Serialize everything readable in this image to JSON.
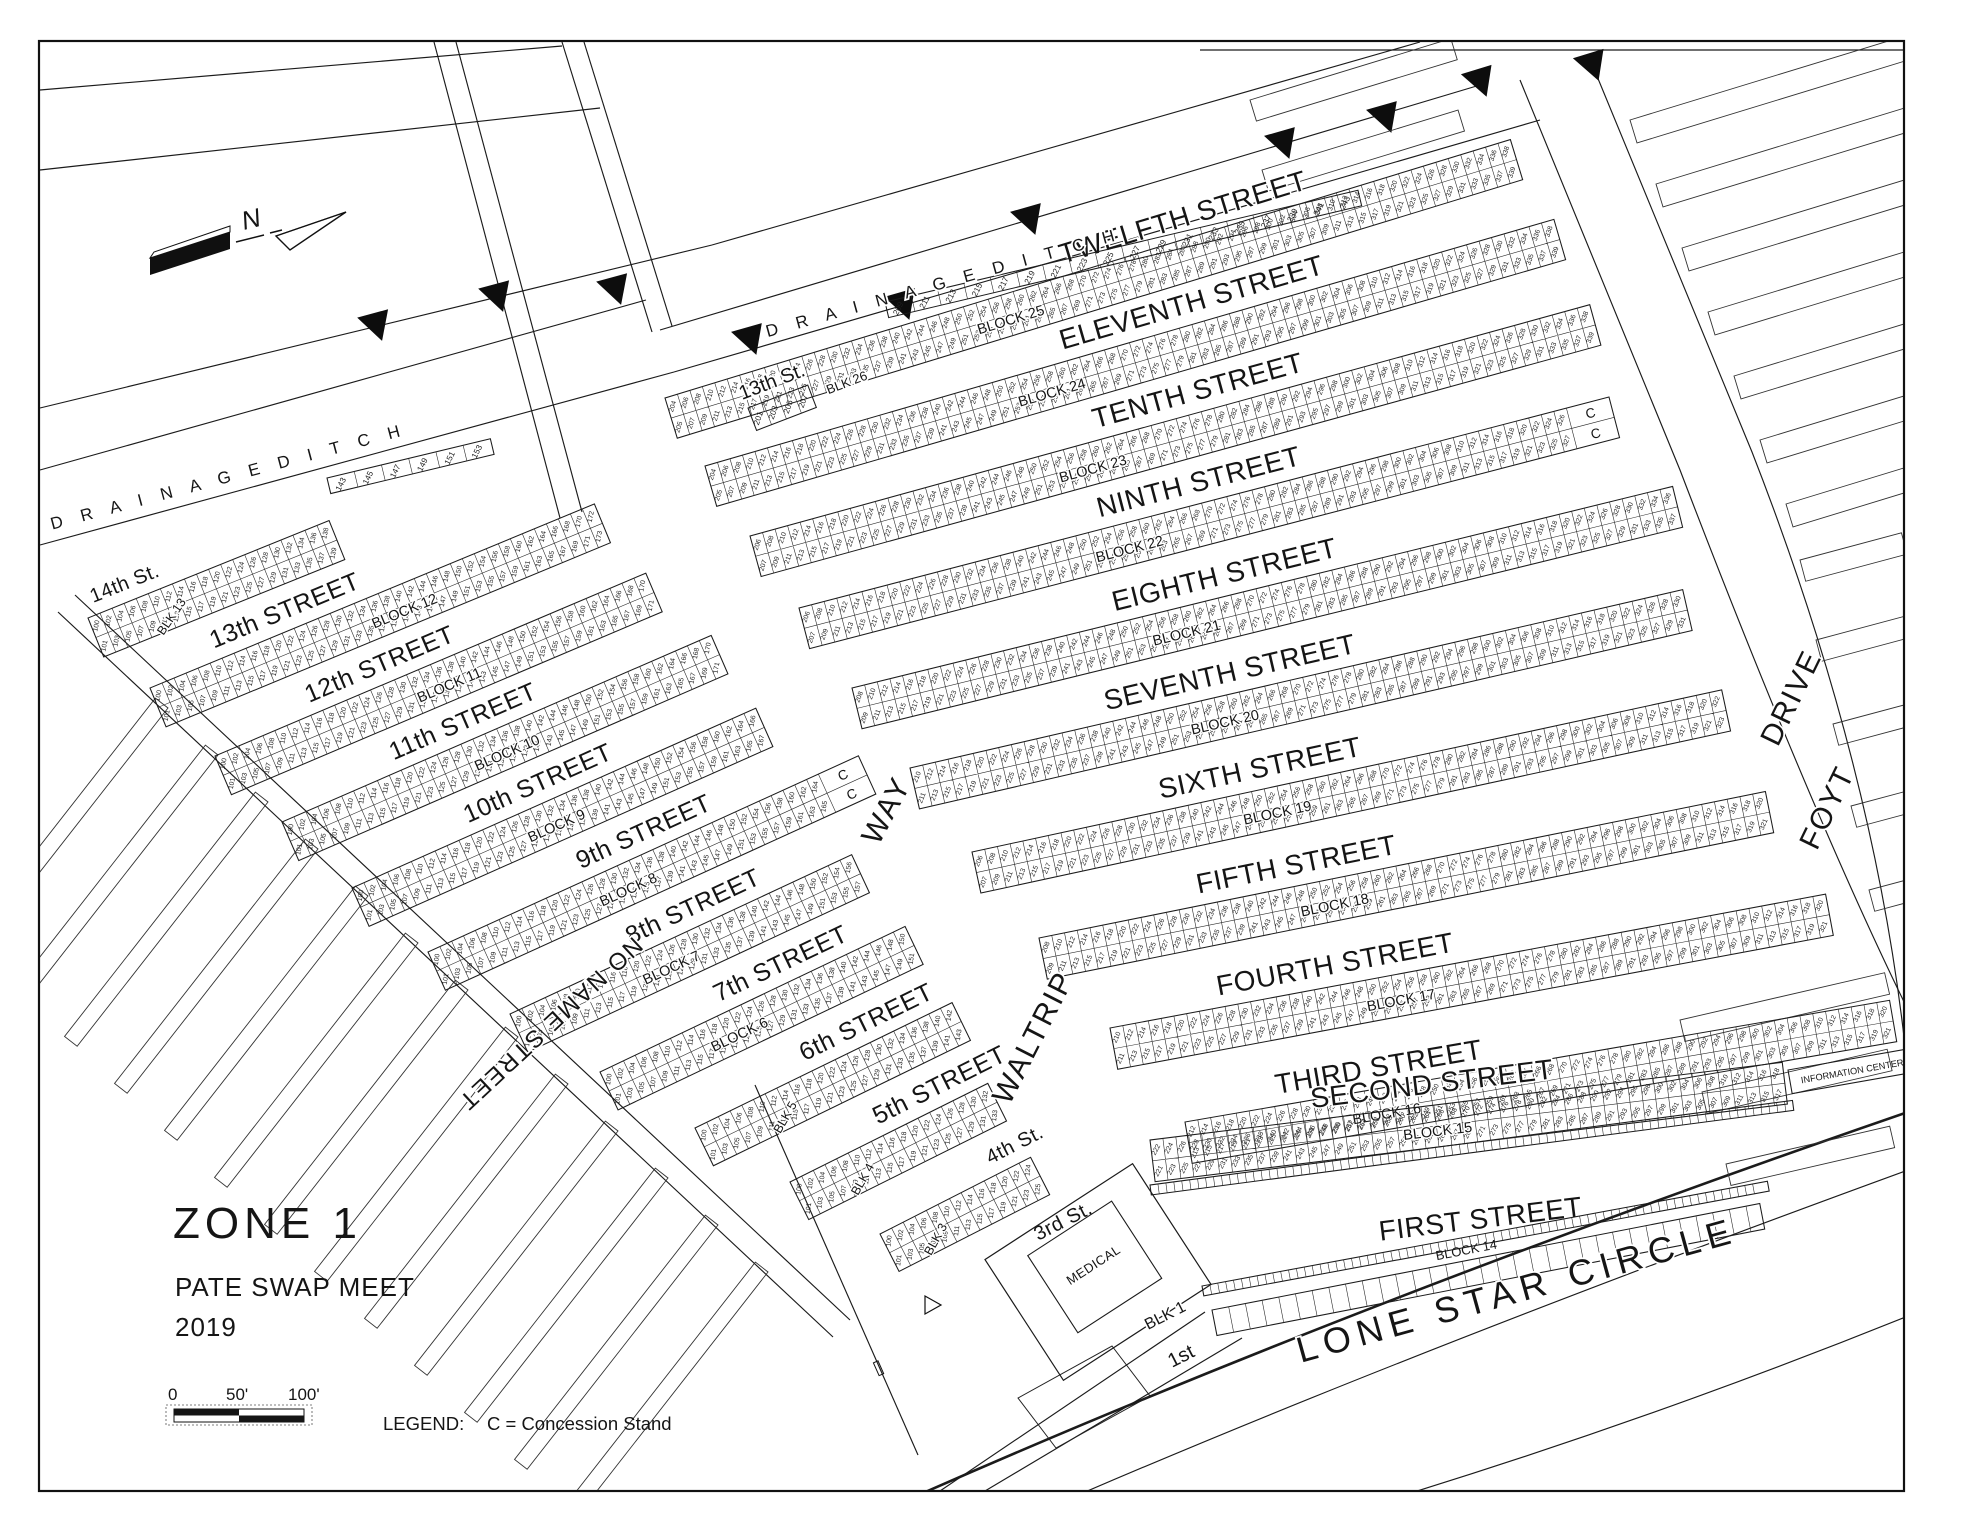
{
  "page": {
    "title_block": {
      "zone": "ZONE  1",
      "name": "PATE SWAP MEET",
      "year": "2019"
    },
    "scale_bar": {
      "ticks": [
        "0",
        "50'",
        "100'"
      ]
    },
    "legend": {
      "label": "LEGEND:",
      "entry": "C =  Concession Stand"
    },
    "compass": {
      "letter": "N"
    }
  },
  "roads": {
    "lone_star": "LONE  STAR  CIRCLE",
    "foyt_parts": [
      "FOYT",
      "DRIVE"
    ],
    "waltrip_parts": [
      "WALTRIP",
      "WAY"
    ],
    "no_name": "NO NAME STREET",
    "ditch": "D R A I N A G E        D I T C H",
    "spur_13th": "13th St.",
    "spur_1st": "1st"
  },
  "west_fan": {
    "streets": [
      "14th St.",
      "13th STREET",
      "12th STREET",
      "11th STREET",
      "10th STREET",
      "9th STREET",
      "8th STREET",
      "7th STREET",
      "6th STREET",
      "5th STREET",
      "4th St.",
      "3rd St."
    ],
    "blocks": [
      {
        "label": "BLK 13",
        "top_start": 100,
        "bottom_start": 101
      },
      {
        "label": "BLOCK 12",
        "top_start": 100,
        "bottom_start": 101
      },
      {
        "label": "BLOCK 11",
        "top_start": 100,
        "bottom_start": 101
      },
      {
        "label": "BLOCK 10",
        "top_start": 100,
        "bottom_start": 101
      },
      {
        "label": "BLOCK 9",
        "top_start": 100,
        "bottom_start": 101
      },
      {
        "label": "BLOCK 8",
        "top_start": 100,
        "bottom_start": 101,
        "concession": true
      },
      {
        "label": "BLOCK 7",
        "top_start": 100,
        "bottom_start": 101
      },
      {
        "label": "BLOCK 6",
        "top_start": 100,
        "bottom_start": 101
      },
      {
        "label": "BLK 5",
        "top_start": 100,
        "bottom_start": 101
      },
      {
        "label": "BLK 4",
        "top_start": 100,
        "bottom_start": 101
      },
      {
        "label": "BLK 3",
        "top_start": 100,
        "bottom_start": 101
      }
    ]
  },
  "east_fan": {
    "streets": [
      "TWELFTH STREET",
      "ELEVENTH STREET",
      "TENTH STREET",
      "NINTH STREET",
      "EIGHTH STREET",
      "SEVENTH STREET",
      "SIXTH STREET",
      "FIFTH STREET",
      "FOURTH STREET",
      "THIRD STREET",
      "SECOND STREET",
      "FIRST STREET"
    ],
    "blocks": [
      {
        "label": "BLOCK 25",
        "top_start": 204,
        "bottom_start": 205
      },
      {
        "label": "BLOCK 24",
        "top_start": 204,
        "bottom_start": 205
      },
      {
        "label": "BLOCK 23",
        "top_start": 206,
        "bottom_start": 207
      },
      {
        "label": "BLOCK 22",
        "top_start": 206,
        "bottom_start": 207,
        "concession": true
      },
      {
        "label": "BLOCK 21",
        "top_start": 208,
        "bottom_start": 209
      },
      {
        "label": "BLOCK 20",
        "top_start": 210,
        "bottom_start": 211
      },
      {
        "label": "BLOCK 19",
        "top_start": 206,
        "bottom_start": 207
      },
      {
        "label": "BLOCK 18",
        "top_start": 208,
        "bottom_start": 209
      },
      {
        "label": "BLOCK 17",
        "top_start": 210,
        "bottom_start": 211
      },
      {
        "label": "BLOCK 16",
        "top_start": 212,
        "bottom_start": 213
      },
      {
        "label": "BLOCK 15",
        "top_start": 222,
        "bottom_start": 221
      }
    ],
    "block14": "BLOCK 14"
  },
  "features": {
    "blk26": {
      "label": "BLK 26",
      "stalls": [
        "201",
        "203",
        "205",
        "207"
      ]
    },
    "ditch_row": {
      "start": 209,
      "step": 2,
      "count": 18
    },
    "left_row": {
      "start": 143,
      "step": 2,
      "count": 6
    },
    "medical": {
      "building": "MEDICAL",
      "block": "BLK 1"
    },
    "info_center": "INFORMATION CENTER",
    "concession": "C"
  }
}
